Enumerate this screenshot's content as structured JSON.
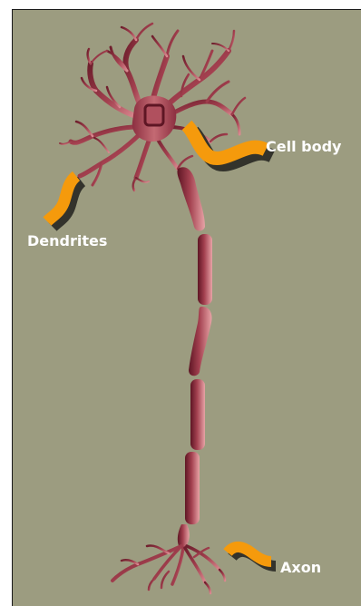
{
  "labels": {
    "cell_body": "Cell body",
    "dendrites": "Dendrites",
    "axon": "Axon"
  },
  "colors": {
    "background": "#9c9c80",
    "frame": "#1a1a1a",
    "neuron_dark": "#6e1e2c",
    "neuron_mid": "#a3404f",
    "neuron_light": "#d98a90",
    "pointer": "#f59a0c",
    "pointer_shadow": "#33332c",
    "label_text": "#ffffff"
  }
}
